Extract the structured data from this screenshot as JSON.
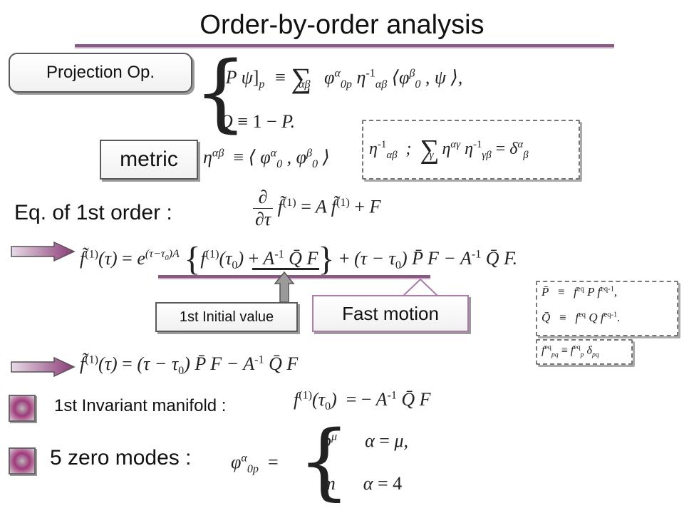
{
  "title": "Order-by-order analysis",
  "labels": {
    "projection": "Projection Op.",
    "metric": "metric",
    "eq_first_order": "Eq. of 1st order :",
    "initial_value": "1st Initial value",
    "fast_motion": "Fast motion",
    "invariant_manifold": "1st Invariant manifold :",
    "zero_modes": "5 zero modes :"
  },
  "colors": {
    "accent": "#8a5a84",
    "accent_light": "#c9a9c6",
    "bullet": "#a03a7a",
    "box_border": "#5a5a5a"
  },
  "icons": [
    "arrow-right-icon",
    "arrow-up-icon",
    "bullet-square-icon"
  ]
}
